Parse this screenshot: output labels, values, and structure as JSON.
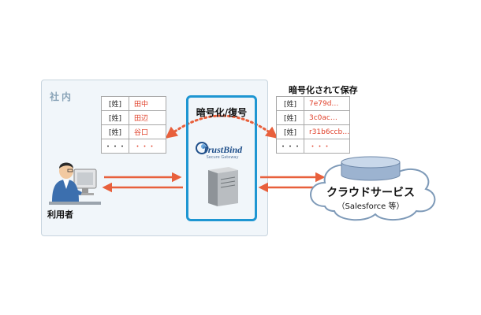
{
  "zone": {
    "label": "社内"
  },
  "user": {
    "label": "利用者"
  },
  "gateway": {
    "title": "暗号化/復号",
    "brand": "TrustBind",
    "brand_sub": "Secure Gateway"
  },
  "local_table": {
    "rows": [
      {
        "key": "[姓]",
        "value": "田中"
      },
      {
        "key": "[姓]",
        "value": "田辺"
      },
      {
        "key": "[姓]",
        "value": "谷口"
      },
      {
        "key": "・・・",
        "value": "・・・"
      }
    ]
  },
  "encrypted": {
    "label": "暗号化されて保存",
    "rows": [
      {
        "key": "[姓]",
        "value": "7e79d…"
      },
      {
        "key": "[姓]",
        "value": "3c0ac…"
      },
      {
        "key": "[姓]",
        "value": "r31b6ccb…"
      },
      {
        "key": "・・・",
        "value": "・・・"
      }
    ]
  },
  "cloud": {
    "label": "クラウドサービス",
    "sub": "（Salesforce 等）"
  },
  "colors": {
    "arrow": "#e8603c",
    "gateway_border": "#1e96d2",
    "value_red": "#e0402a",
    "zone_bg": "#f1f6fa"
  }
}
